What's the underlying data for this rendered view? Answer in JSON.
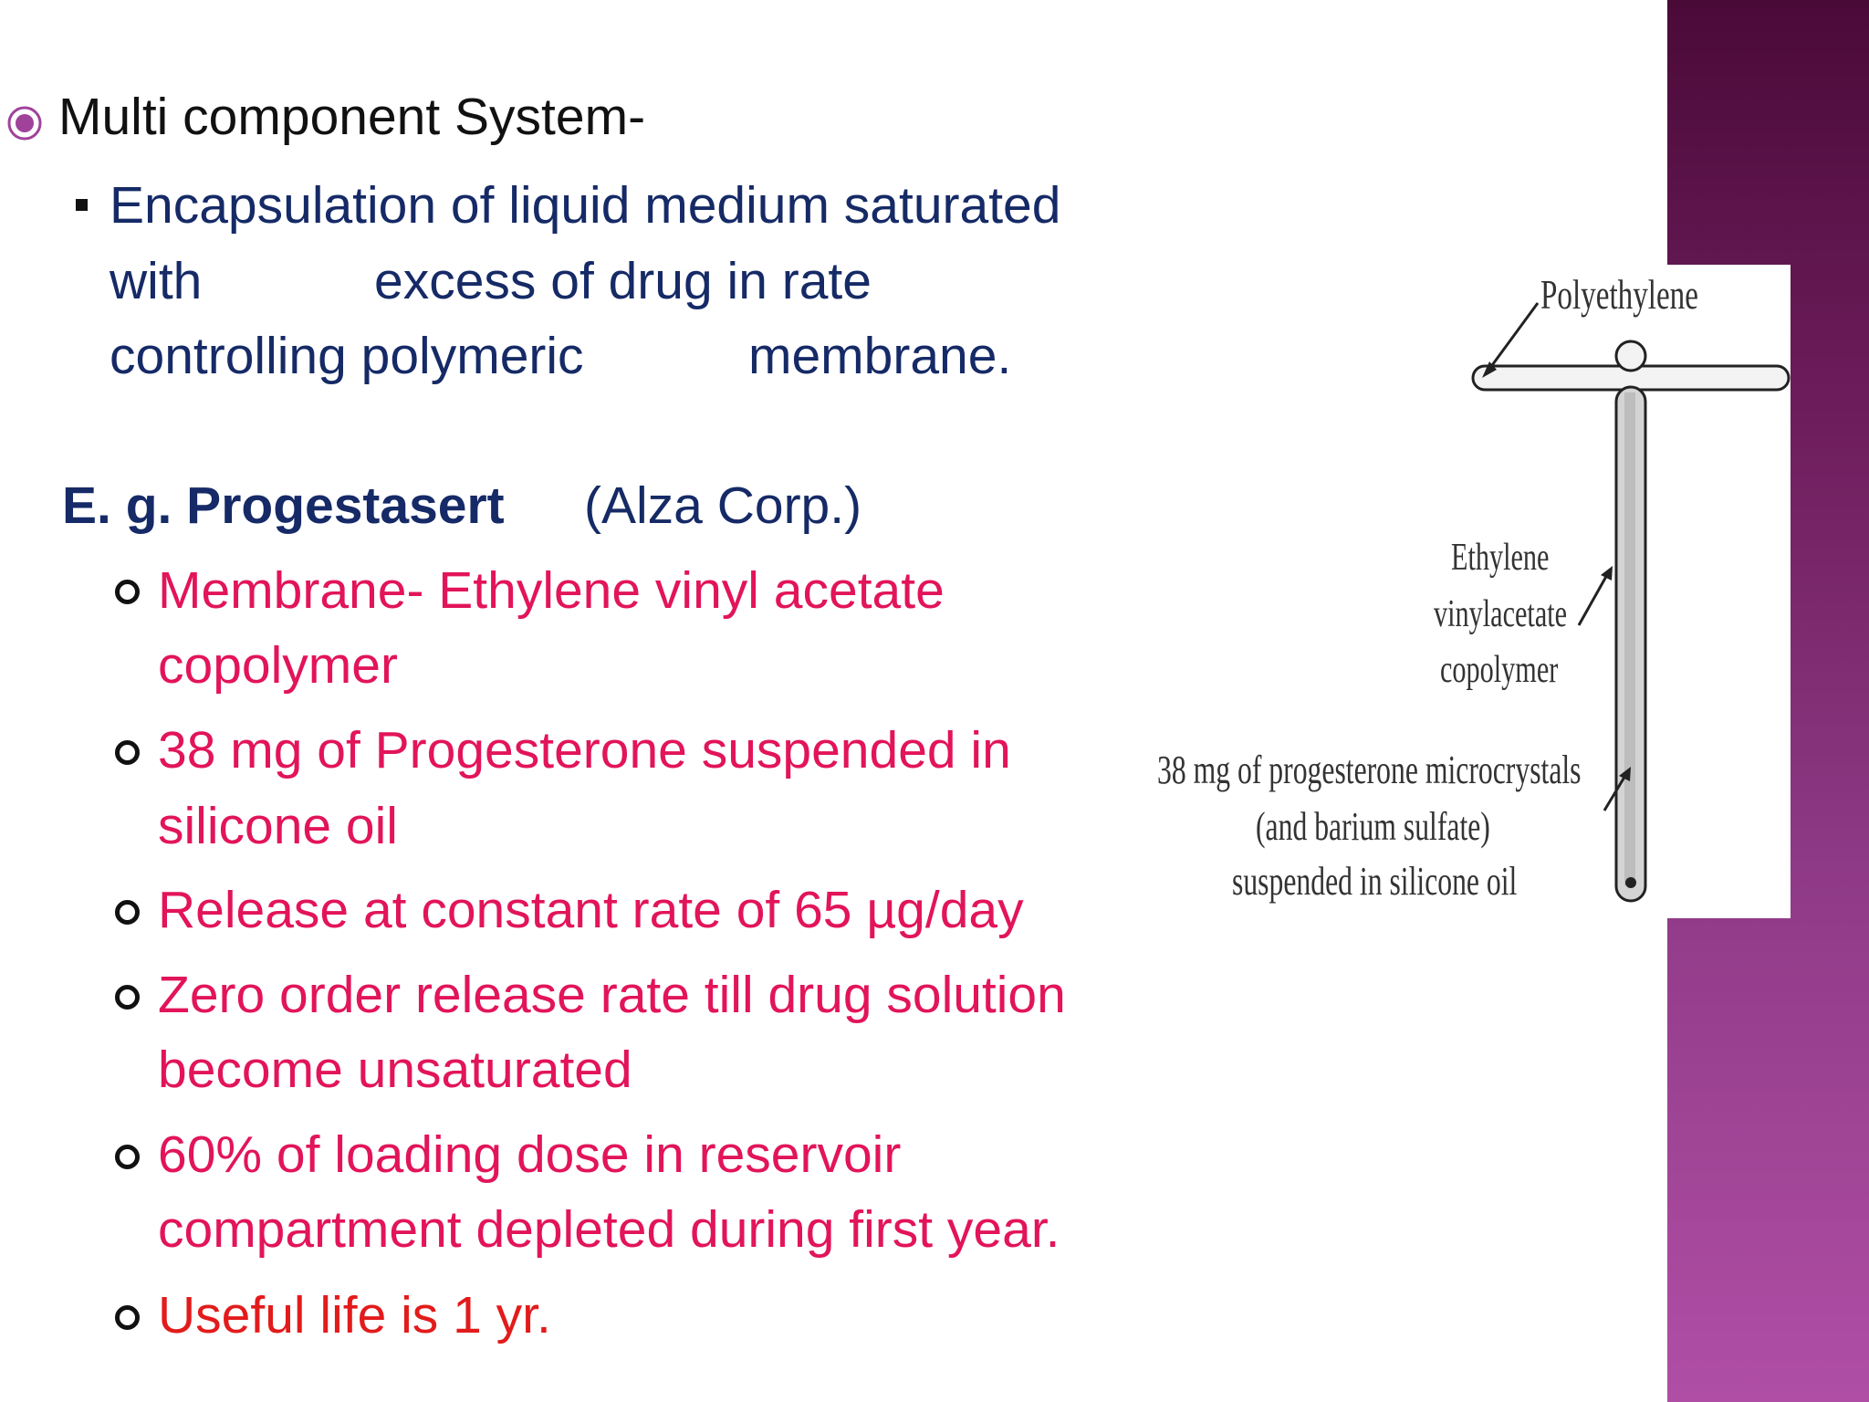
{
  "slide": {
    "heading": "Multi component System-",
    "sub_bullet": {
      "line1": "Encapsulation of liquid medium saturated",
      "line2a": "with",
      "line2b": "excess of drug in rate",
      "line3a": "controlling polymeric",
      "line3b": "membrane."
    },
    "example": {
      "label": "E. g. Progestasert",
      "maker": "(Alza Corp.)"
    },
    "points": [
      {
        "lines": [
          "Membrane- Ethylene vinyl acetate",
          "copolymer"
        ]
      },
      {
        "lines": [
          "38 mg of Progesterone suspended in",
          "silicone oil"
        ]
      },
      {
        "lines": [
          "Release at constant rate of 65 µg/day"
        ]
      },
      {
        "lines": [
          "Zero order release rate till drug solution",
          "become unsaturated"
        ]
      },
      {
        "lines": [
          "60% of loading dose in reservoir",
          "compartment depleted during first year."
        ]
      },
      {
        "lines": [
          "Useful life is 1 yr."
        ]
      }
    ]
  },
  "figure": {
    "label_polyethylene": "Polyethylene",
    "label_evac": [
      "Ethylene",
      "vinylacetate",
      "copolymer"
    ],
    "label_drug": [
      "38 mg of progesterone microcrystals",
      "(and barium sulfate)",
      "suspended in silicone oil"
    ]
  },
  "colors": {
    "accent_pink": "#e2145a",
    "accent_red": "#e21b1b",
    "navy": "#152a66",
    "sidebar": "#8f3a86"
  }
}
